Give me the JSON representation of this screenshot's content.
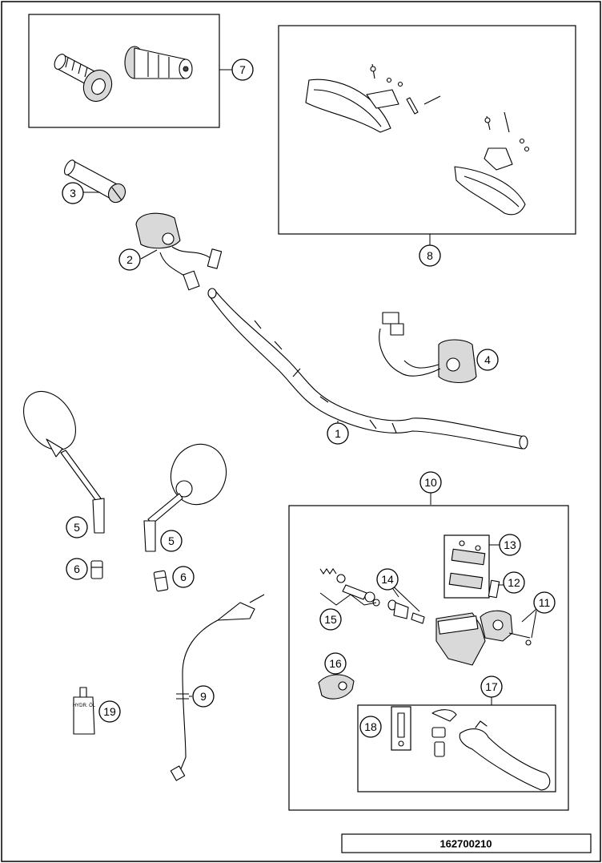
{
  "diagram": {
    "drawing_number": "162700210",
    "callouts": {
      "c1": "1",
      "c2": "2",
      "c3": "3",
      "c4": "4",
      "c5a": "5",
      "c5b": "5",
      "c6a": "6",
      "c6b": "6",
      "c7": "7",
      "c8": "8",
      "c9": "9",
      "c10": "10",
      "c11": "11",
      "c12": "12",
      "c13": "13",
      "c14": "14",
      "c15": "15",
      "c16": "16",
      "c17": "17",
      "c18": "18",
      "c19": "19"
    },
    "bottle_label": "HYDR. ÖL"
  }
}
